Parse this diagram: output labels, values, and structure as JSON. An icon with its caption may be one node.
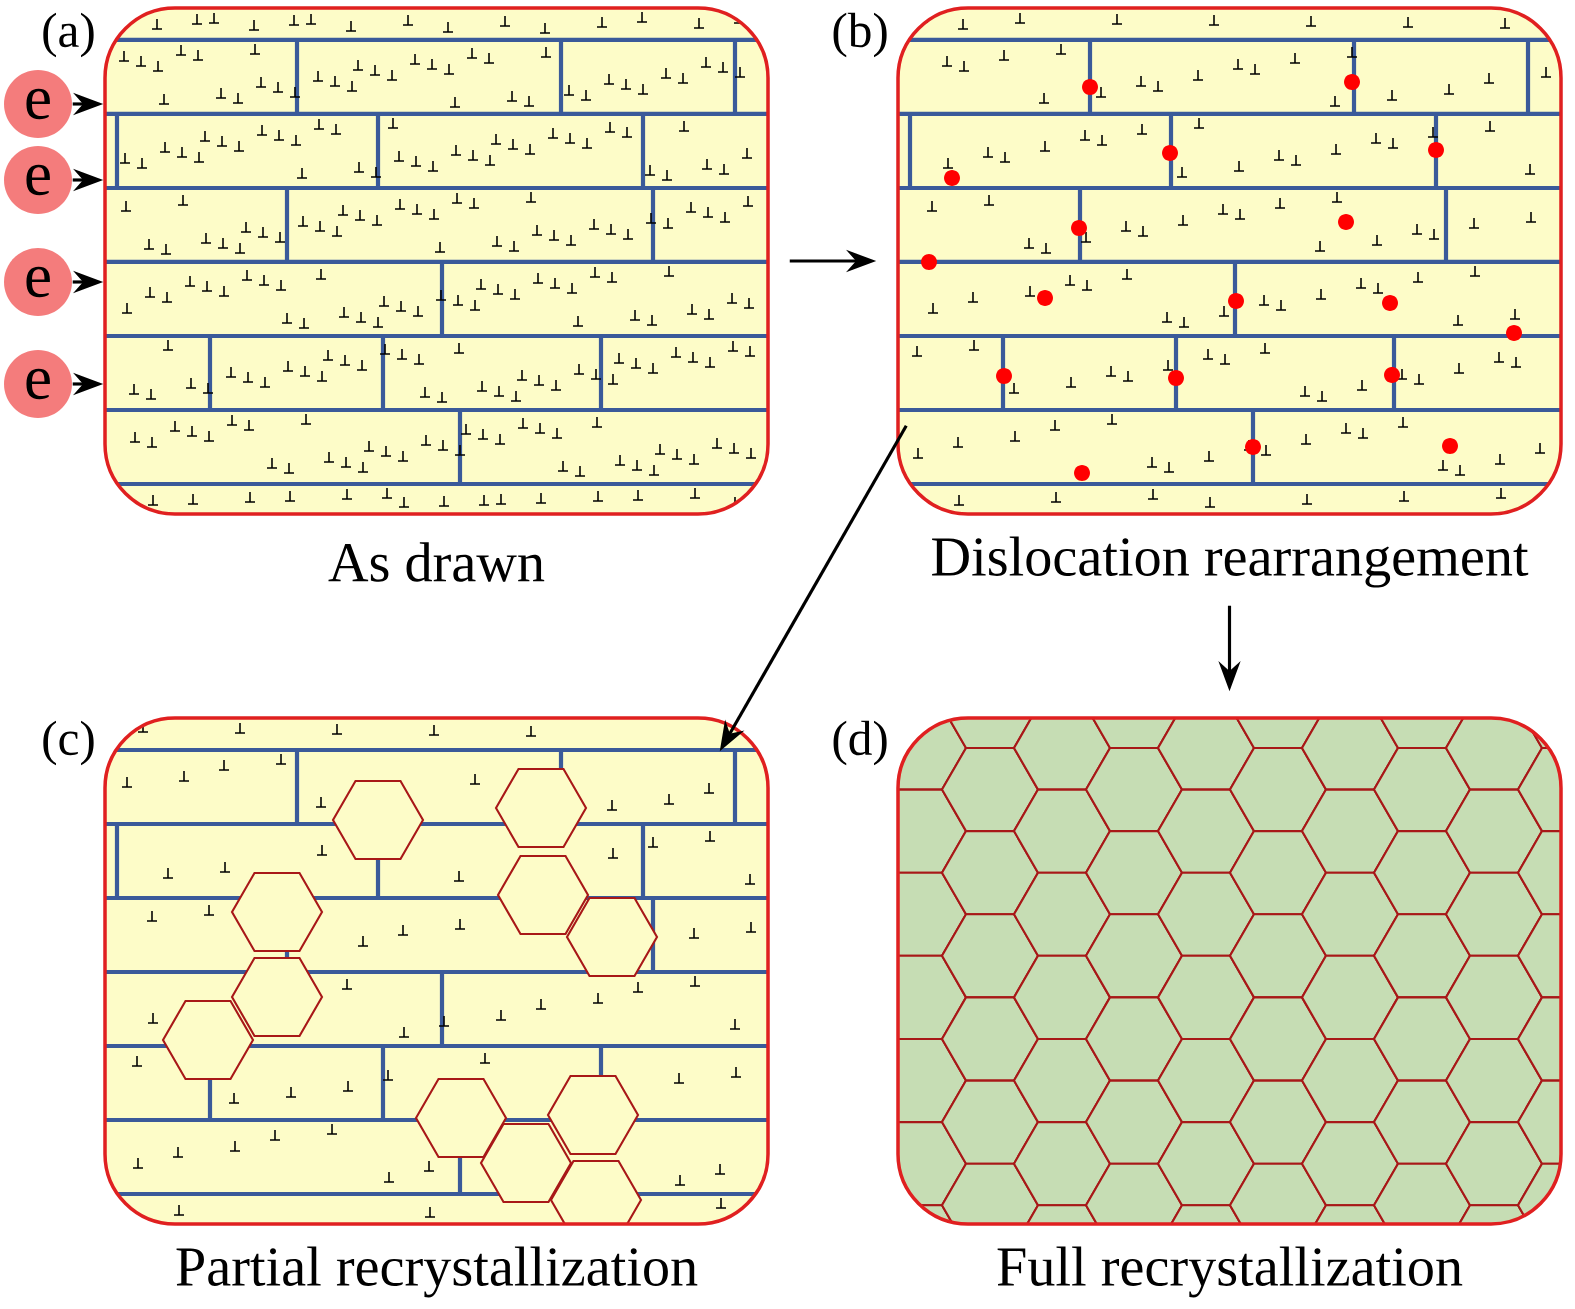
{
  "diagram": {
    "nodes": [
      {
        "text": [
          "(a)"
        ],
        "beside": [
          "As drawn"
        ]
      },
      {
        "text": [
          "(b)"
        ],
        "beside": [
          "Dislocation rearrangement"
        ]
      },
      {
        "text": [
          "(c)"
        ],
        "beside": [
          "Partial recrystallization"
        ]
      },
      {
        "text": [
          "(d)"
        ],
        "beside": [
          "Full recrystallization"
        ]
      },
      {
        "text": [
          "e"
        ]
      },
      {
        "text": [
          "e"
        ]
      },
      {
        "text": [
          "e"
        ]
      },
      {
        "text": [
          "e"
        ]
      }
    ],
    "edges": [
      {
        "from": 4,
        "to": 0,
        "arrow": "to"
      },
      {
        "from": 5,
        "to": 0,
        "arrow": "to"
      },
      {
        "from": 6,
        "to": 0,
        "arrow": "to"
      },
      {
        "from": 7,
        "to": 0,
        "arrow": "to"
      },
      {
        "from": 0,
        "to": 1,
        "arrow": "to"
      },
      {
        "from": 1,
        "to": 2,
        "arrow": "to"
      },
      {
        "from": 1,
        "to": 3,
        "arrow": "to"
      }
    ]
  }
}
